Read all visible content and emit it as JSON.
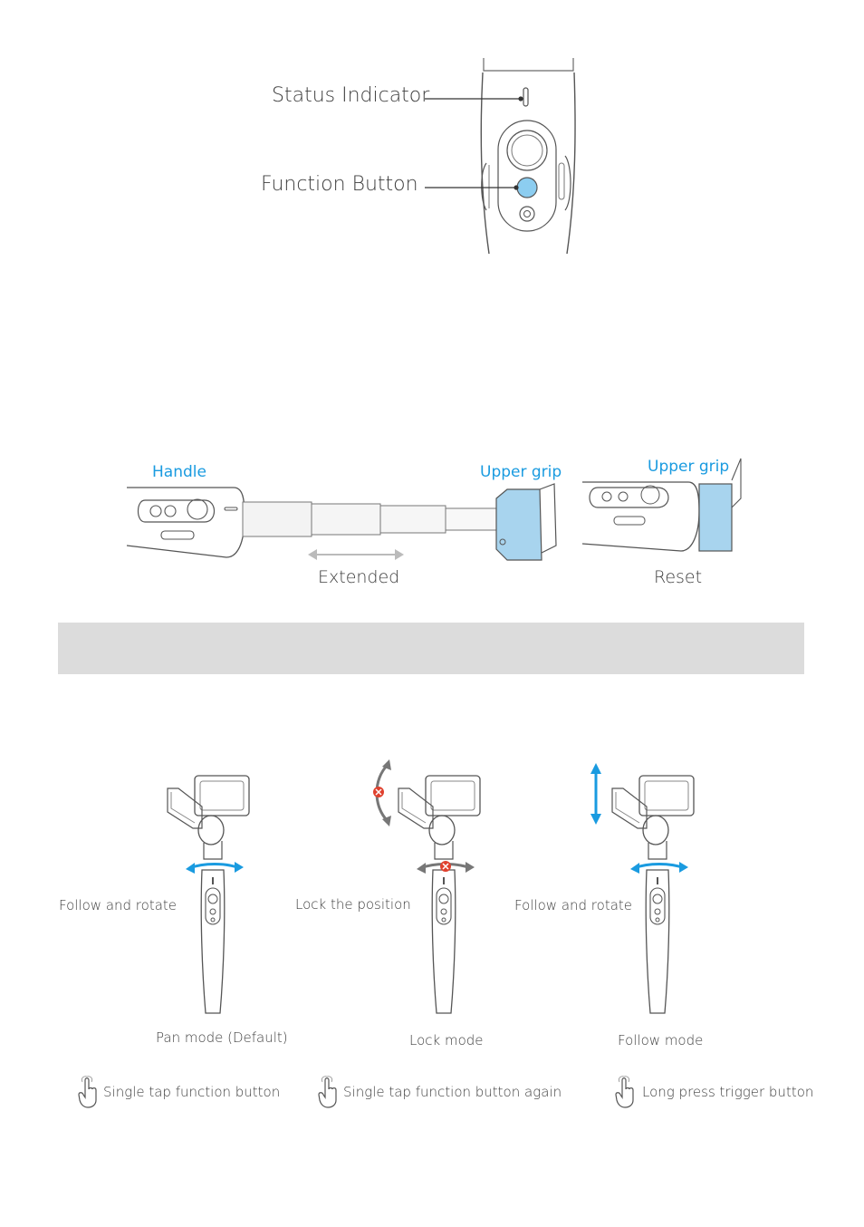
{
  "top_diagram": {
    "status_indicator_label": "Status Indicator",
    "function_button_label": "Function Button"
  },
  "extension_diagram": {
    "handle_label": "Handle",
    "upper_grip_label_extended": "Upper grip",
    "extended_caption": "Extended",
    "upper_grip_label_reset": "Upper grip",
    "reset_caption": "Reset"
  },
  "modes": [
    {
      "motion_label": "Follow and rotate",
      "mode_name": "Pan mode (Default)",
      "action": "Single tap function button"
    },
    {
      "motion_label": "Lock the position",
      "mode_name": "Lock mode",
      "action": "Single tap function button again"
    },
    {
      "motion_label": "Follow and rotate",
      "mode_name": "Follow mode",
      "action": "Long press trigger button"
    }
  ],
  "colors": {
    "accent_blue": "#1a9be0",
    "function_button": "#8ccdf0",
    "lock_red": "#e0412e",
    "band_gray": "#dcdcdc"
  }
}
